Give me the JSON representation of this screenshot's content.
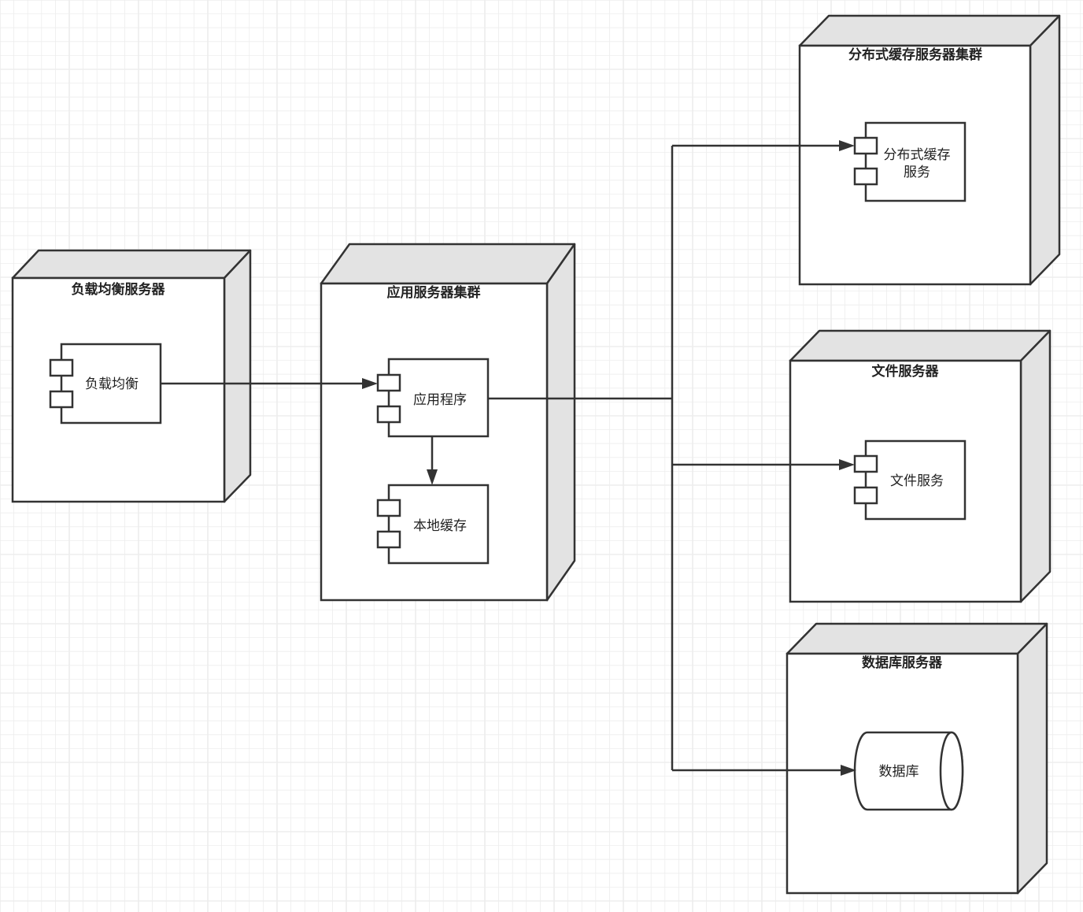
{
  "diagram": {
    "nodes": {
      "lb_server": {
        "title": "负载均衡服务器",
        "component": "负载均衡"
      },
      "app_cluster": {
        "title": "应用服务器集群",
        "component_app": "应用程序",
        "component_cache": "本地缓存"
      },
      "cache_cluster": {
        "title": "分布式缓存服务器集群",
        "component_line1": "分布式缓存",
        "component_line2": "服务"
      },
      "file_server": {
        "title": "文件服务器",
        "component": "文件服务"
      },
      "db_server": {
        "title": "数据库服务器",
        "component": "数据库"
      }
    },
    "edges": [
      {
        "from": "负载均衡",
        "to": "应用程序"
      },
      {
        "from": "应用程序",
        "to": "本地缓存"
      },
      {
        "from": "应用程序",
        "to": "分布式缓存服务"
      },
      {
        "from": "应用程序",
        "to": "文件服务"
      },
      {
        "from": "应用程序",
        "to": "数据库"
      }
    ]
  },
  "colors": {
    "stroke": "#333333",
    "node_side": "#e3e3e3",
    "grid": "#ededed",
    "background": "#ffffff"
  }
}
